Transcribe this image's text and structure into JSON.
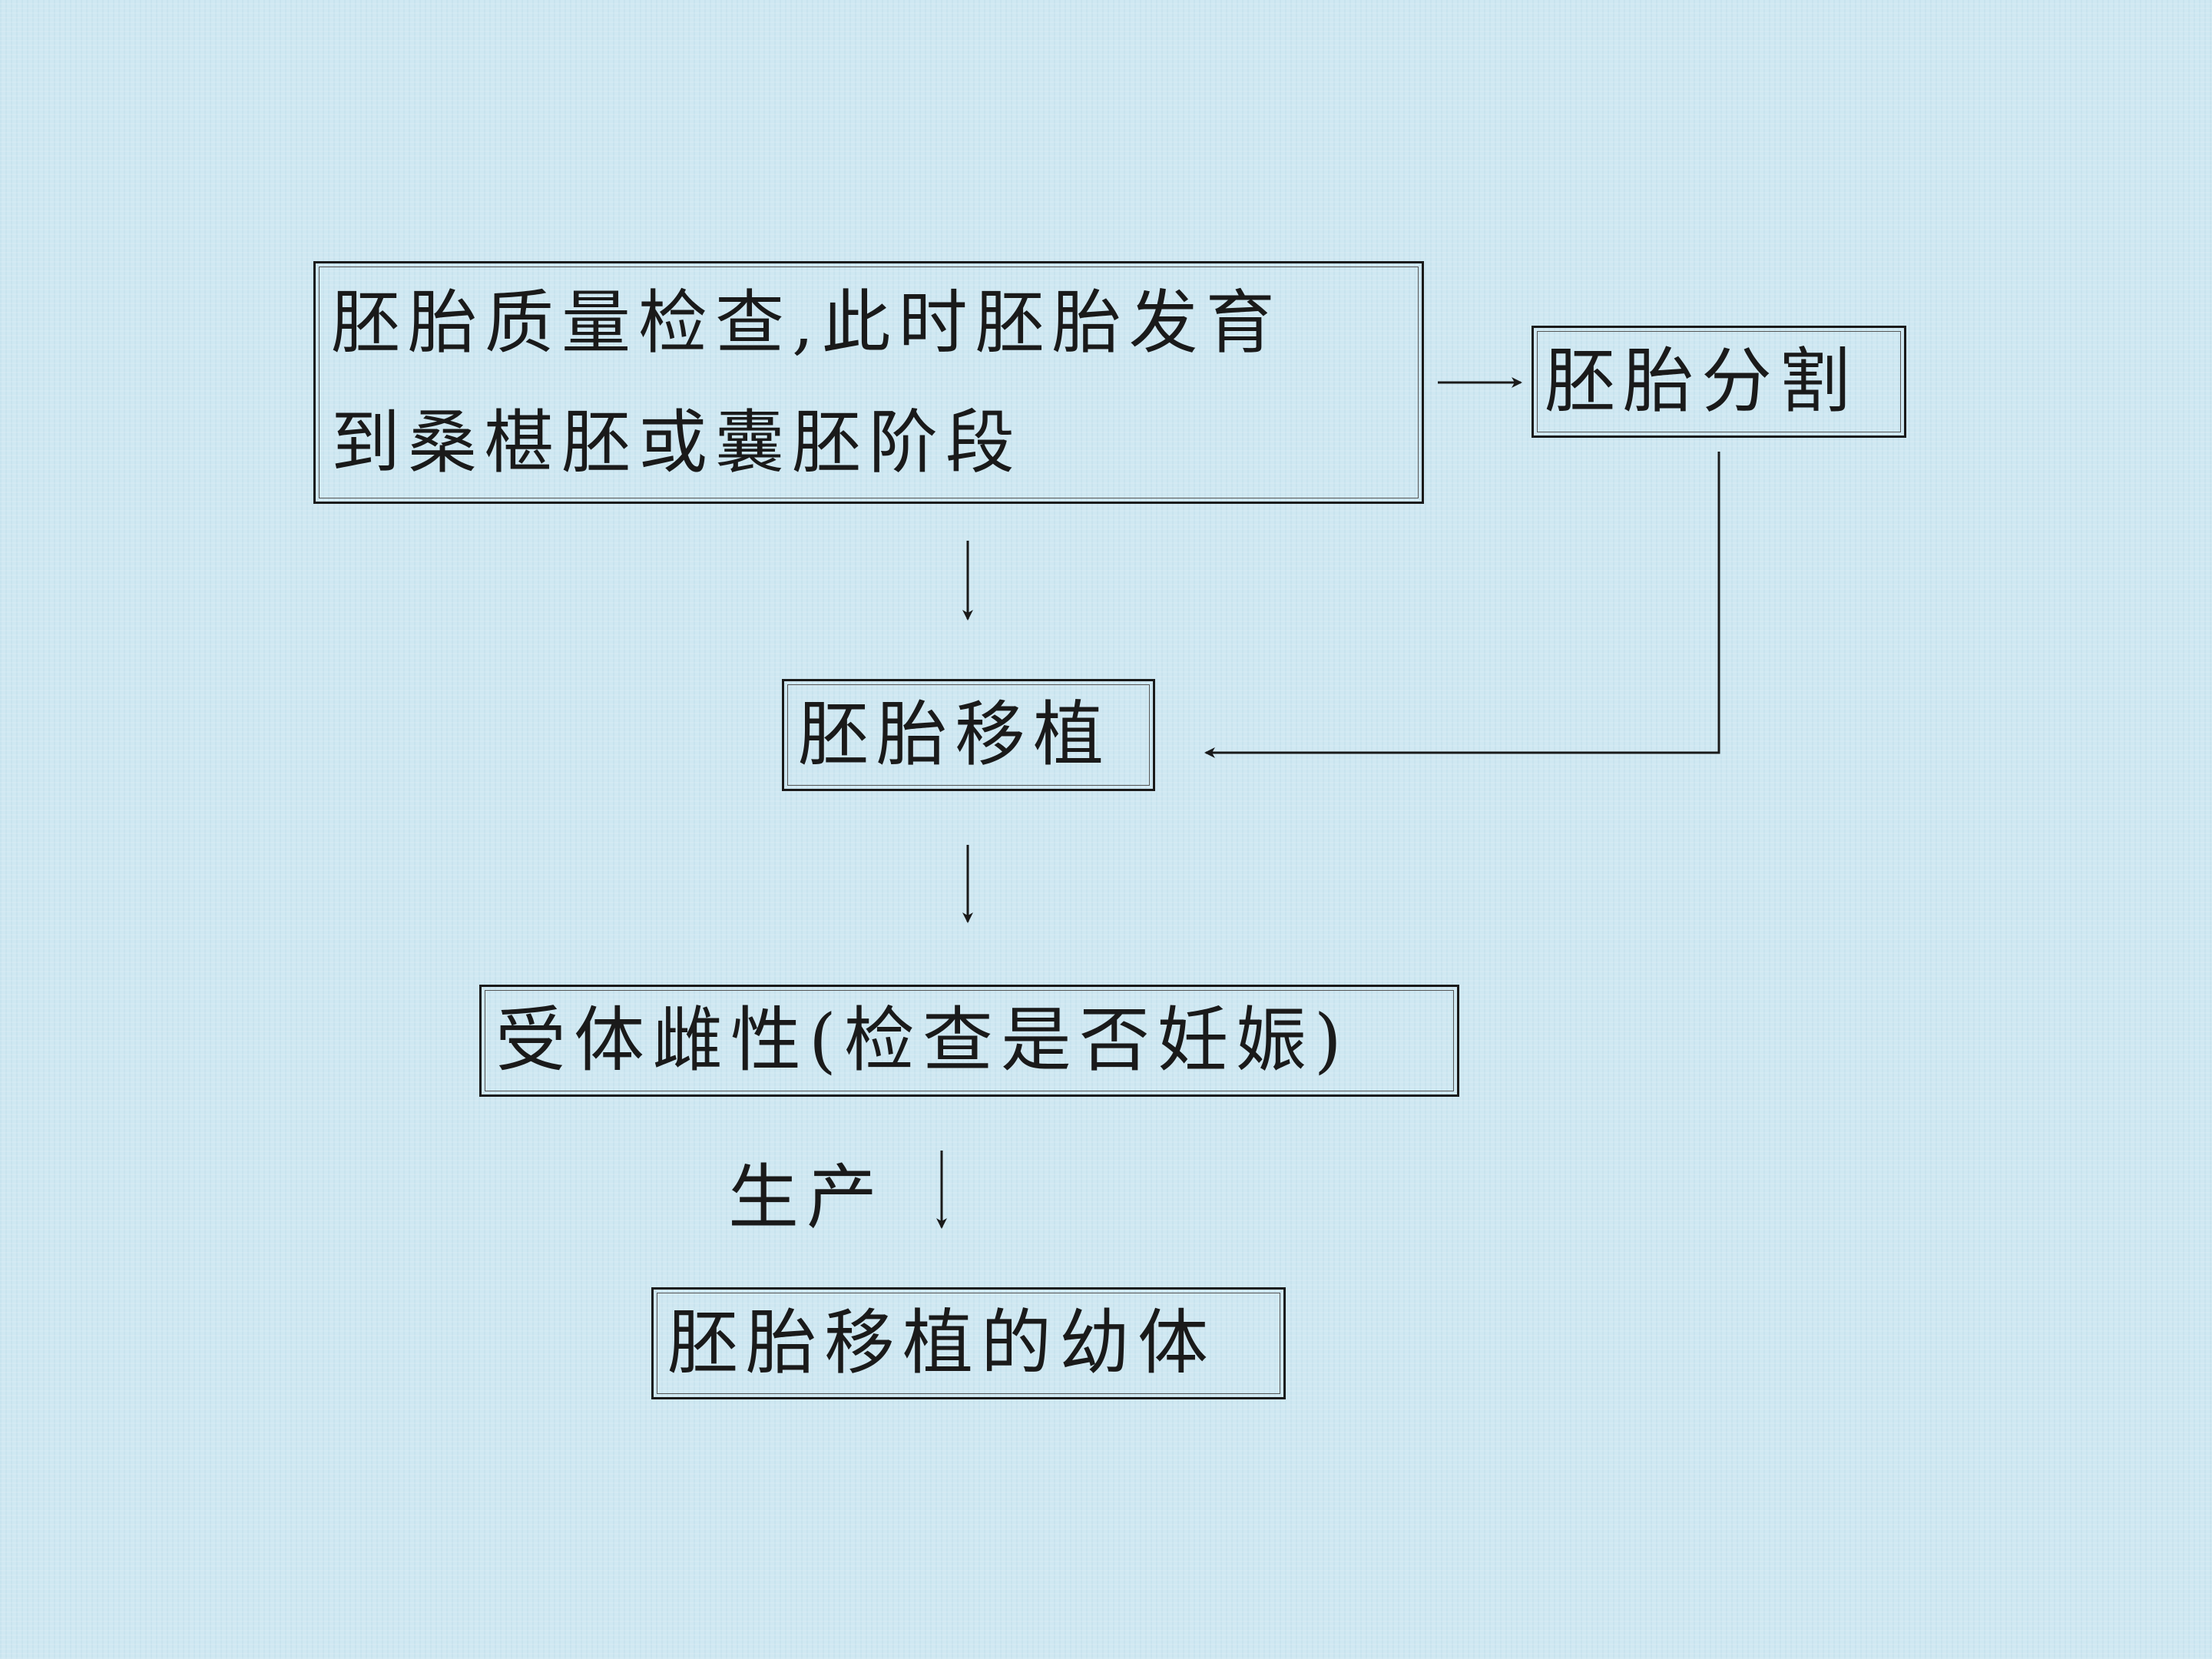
{
  "diagram": {
    "nodes": {
      "quality_check": {
        "line1": "胚胎质量检查,此时胚胎发育",
        "line2": "到桑椹胚或囊胚阶段"
      },
      "embryo_split": "胚胎分割",
      "embryo_transfer": "胚胎移植",
      "recipient_female": "受体雌性(检查是否妊娠)",
      "offspring": "胚胎移植的幼体"
    },
    "edge_labels": {
      "birth": "生产"
    }
  }
}
